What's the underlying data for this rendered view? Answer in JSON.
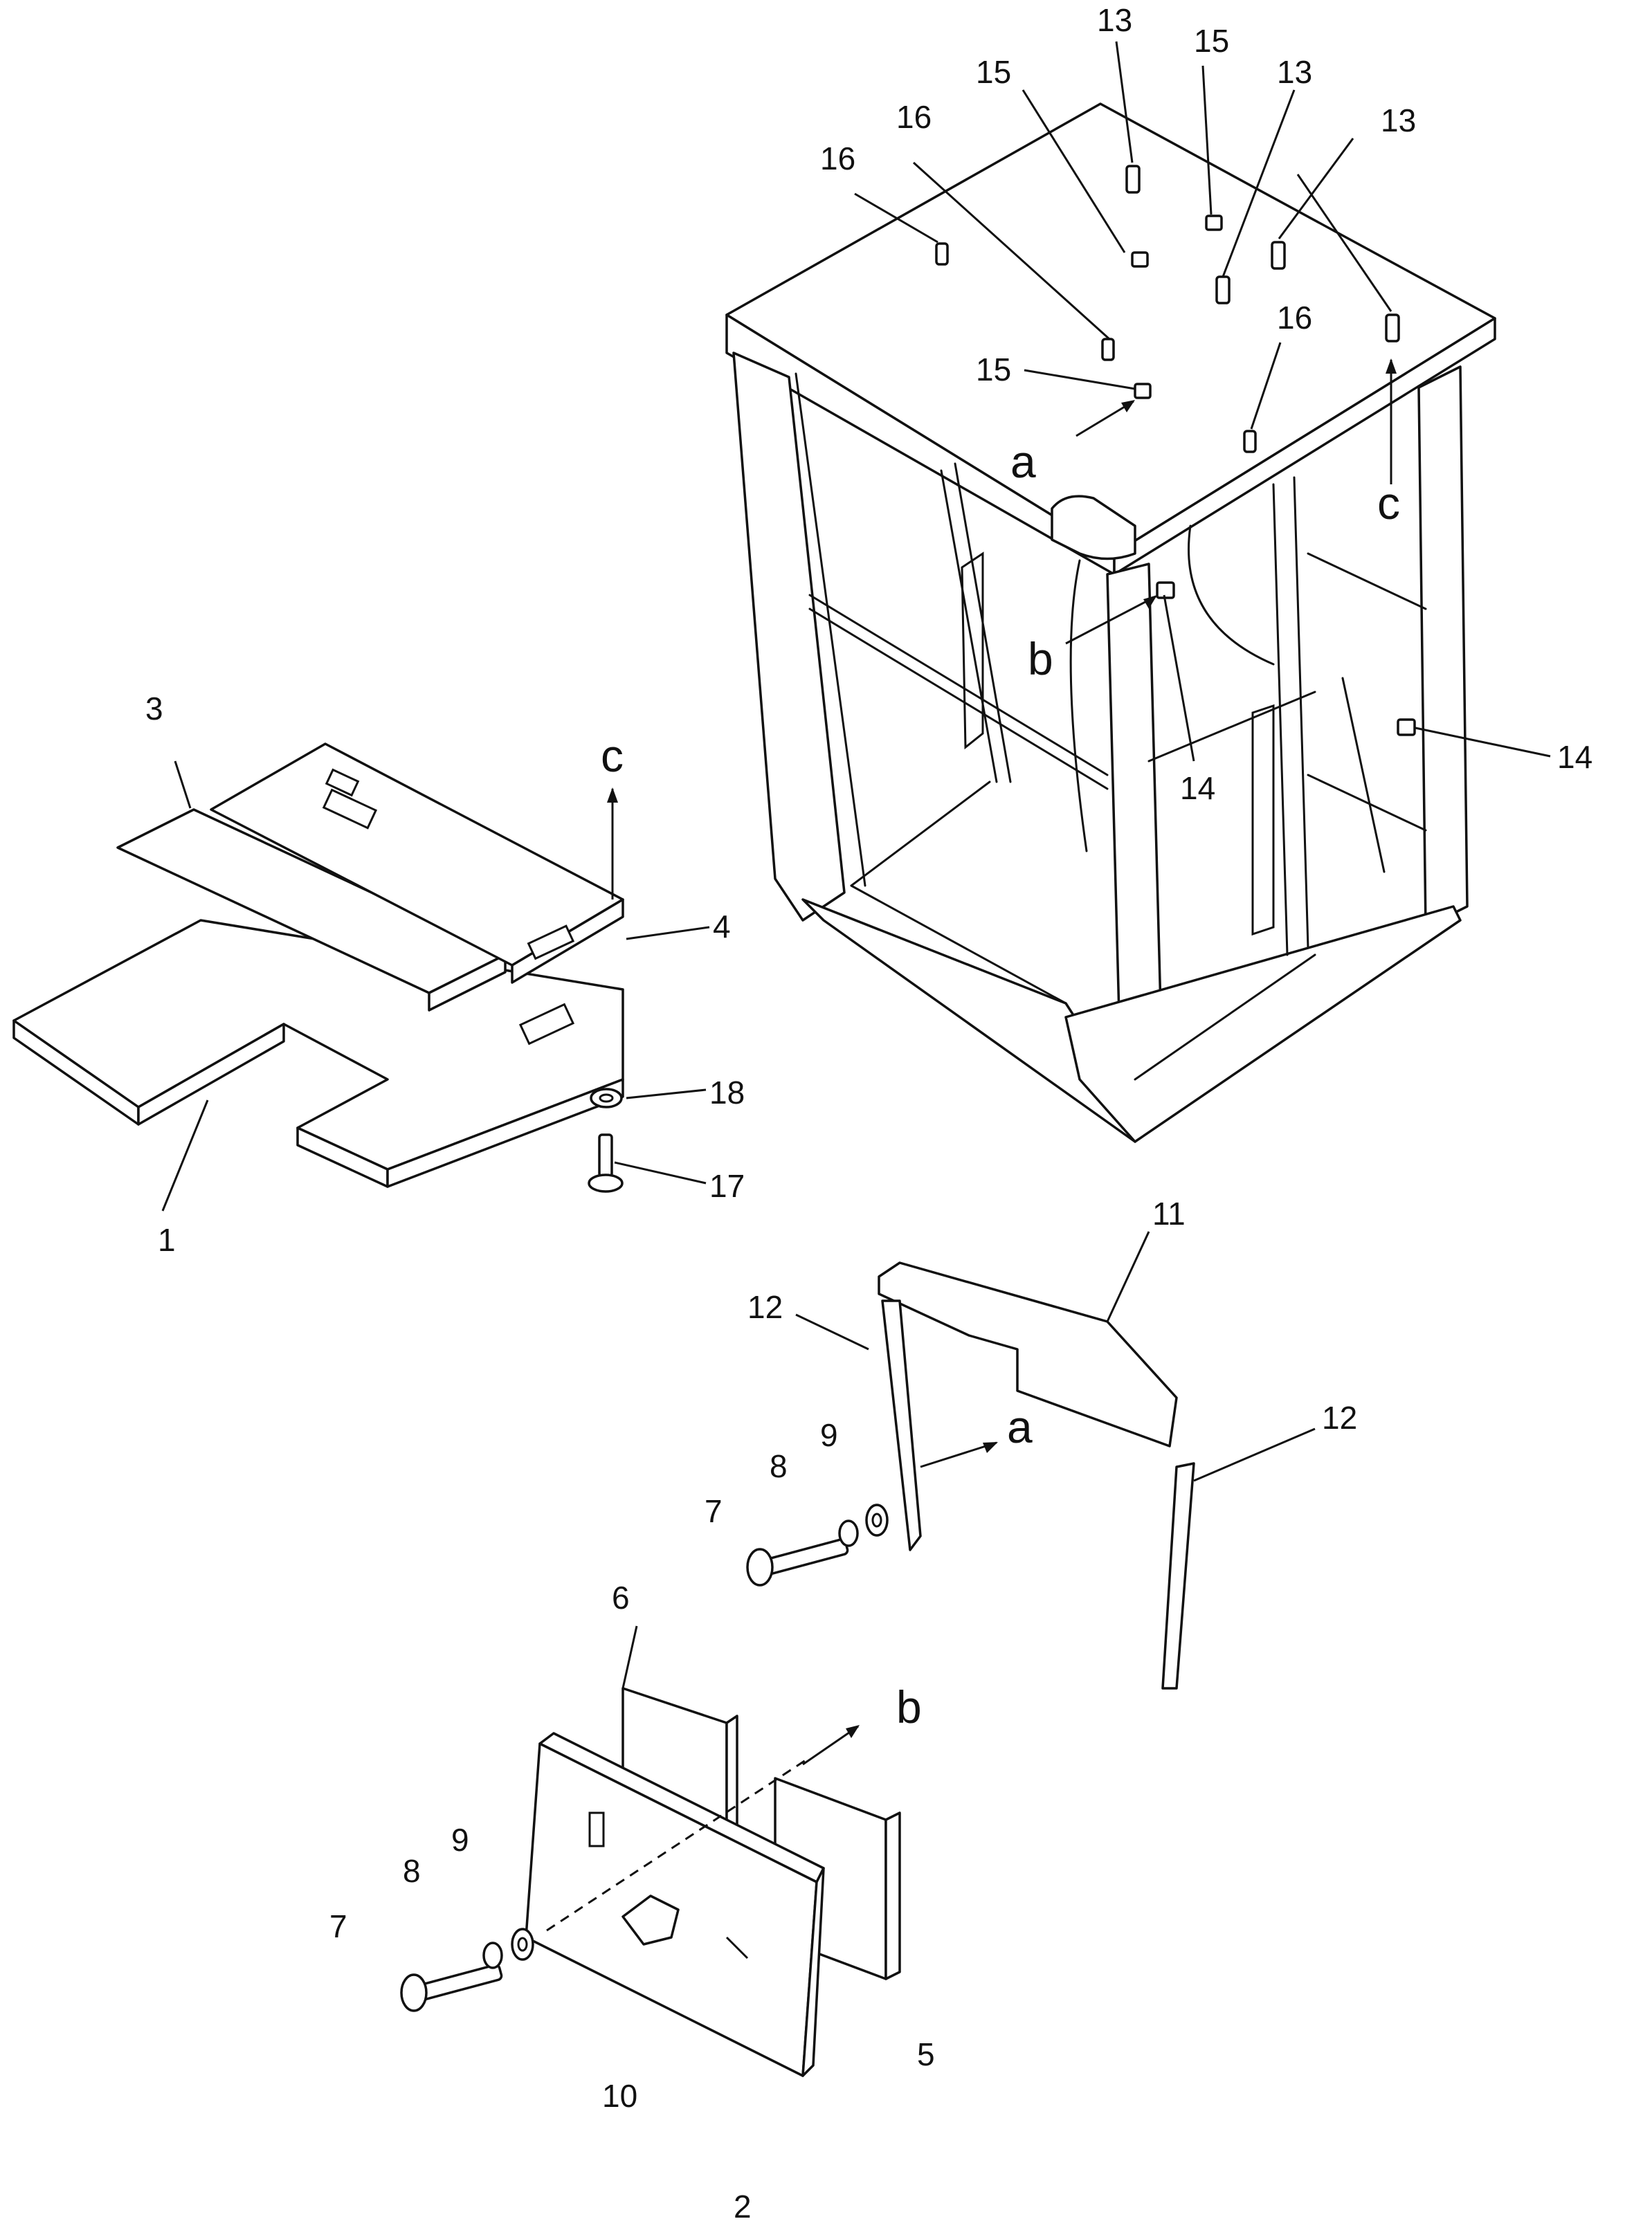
{
  "callouts": {
    "c1": "1",
    "c2": "2",
    "c3": "3",
    "c4": "4",
    "c5": "5",
    "c6": "6",
    "c7a": "7",
    "c7b": "7",
    "c8a": "8",
    "c8b": "8",
    "c9a": "9",
    "c9b": "9",
    "c10": "10",
    "c11": "11",
    "c12a": "12",
    "c12b": "12",
    "c13a": "13",
    "c13b": "13",
    "c13c": "13",
    "c14a": "14",
    "c14b": "14",
    "c15a": "15",
    "c15b": "15",
    "c15c": "15",
    "c16a": "16",
    "c16b": "16",
    "c16c": "16",
    "c17": "17",
    "c18": "18"
  },
  "refs": {
    "a_cab": "a",
    "a_panel": "a",
    "b_cab": "b",
    "b_panel": "b",
    "c_cab": "c",
    "c_floor": "c"
  }
}
